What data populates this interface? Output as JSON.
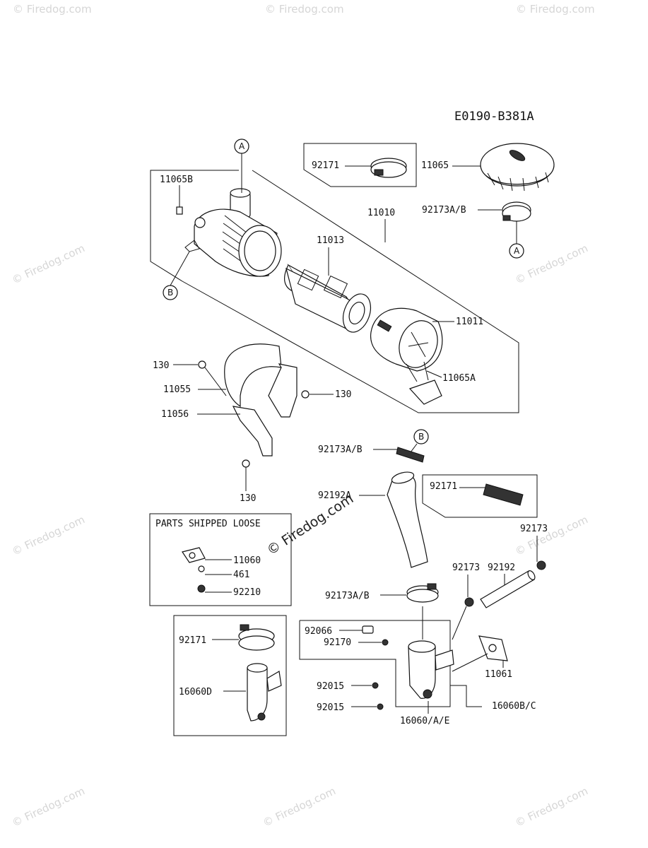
{
  "diagram_code": "E0190-B381A",
  "watermark": {
    "text": "© Firedog.com"
  },
  "callouts": {
    "a": "A",
    "b": "B"
  },
  "kit_box_title": "PARTS SHIPPED LOOSE",
  "labels": {
    "p11065B": "11065B",
    "p92171_top": "92171",
    "p11065": "11065",
    "p92173AB_top": "92173A/B",
    "p11010": "11010",
    "p11013": "11013",
    "p11011": "11011",
    "p11065A": "11065A",
    "p130_a": "130",
    "p11055": "11055",
    "p130_b": "130",
    "p11056": "11056",
    "p130_c": "130",
    "p92173AB_mid": "92173A/B",
    "p92192A": "92192A",
    "p92171_mid": "92171",
    "p92173_r": "92173",
    "p92192": "92192",
    "p92173_m": "92173",
    "p11060": "11060",
    "p461": "461",
    "p92210": "92210",
    "p92173AB_low": "92173A/B",
    "p92066": "92066",
    "p92170": "92170",
    "p92171_low": "92171",
    "p16060D": "16060D",
    "p92015_a": "92015",
    "p92015_b": "92015",
    "p11061": "11061",
    "p16060AE": "16060/A/E",
    "p16060BC": "16060B/C"
  }
}
